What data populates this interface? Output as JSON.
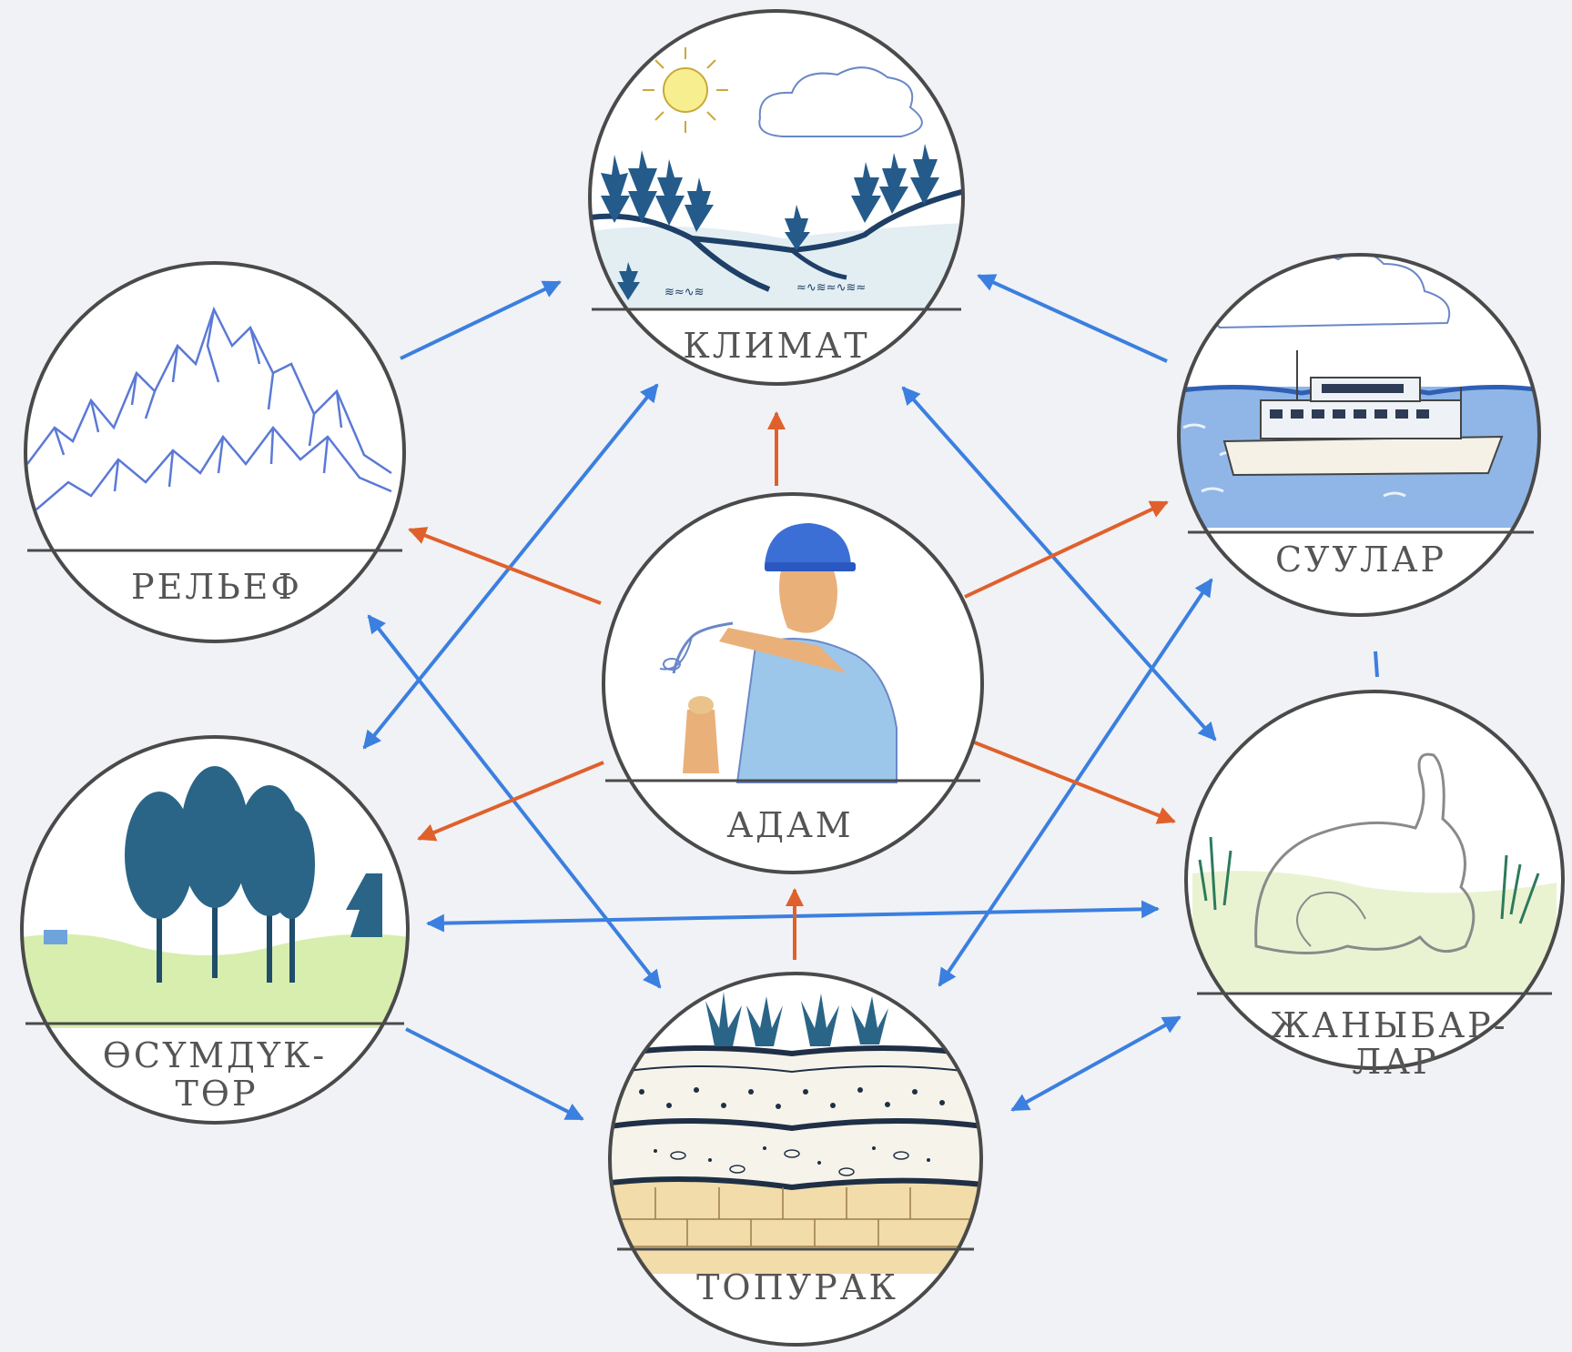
{
  "colors": {
    "background": "#f1f2f5",
    "circle_stroke": "#4a4a4a",
    "blue_arrow": "#3b7fe0",
    "red_arrow": "#e0602c",
    "label_text": "#555555"
  },
  "nodes": {
    "climate": {
      "label": "КЛИМАТ",
      "icon": "landscape-sun-cloud-trees"
    },
    "relief": {
      "label": "РЕЛЬЕФ",
      "icon": "mountains"
    },
    "waters": {
      "label": "СУУЛАР",
      "icon": "ship-on-water"
    },
    "human": {
      "label": "АДАМ",
      "icon": "person-in-helmet"
    },
    "plants": {
      "label_line1": "ӨСҮМДҮК-",
      "label_line2": "ТӨР",
      "icon": "trees"
    },
    "animals": {
      "label_line1": "ЖАНЫБАР-",
      "label_line2": "ЛАР",
      "icon": "rabbit"
    },
    "soil": {
      "label": "ТОПУРАК",
      "icon": "soil-layers"
    }
  },
  "edges": [
    {
      "from": "relief",
      "to": "climate",
      "kind": "one-way",
      "color": "blue"
    },
    {
      "from": "waters",
      "to": "climate",
      "kind": "one-way",
      "color": "blue"
    },
    {
      "from": "climate",
      "to": "plants",
      "kind": "two-way",
      "color": "blue"
    },
    {
      "from": "climate",
      "to": "animals",
      "kind": "two-way",
      "color": "blue"
    },
    {
      "from": "relief",
      "to": "soil",
      "kind": "two-way",
      "color": "blue"
    },
    {
      "from": "waters",
      "to": "soil",
      "kind": "two-way",
      "color": "blue"
    },
    {
      "from": "plants",
      "to": "animals",
      "kind": "two-way",
      "color": "blue"
    },
    {
      "from": "plants",
      "to": "soil",
      "kind": "one-way",
      "color": "blue"
    },
    {
      "from": "soil",
      "to": "animals",
      "kind": "two-way",
      "color": "blue"
    },
    {
      "from": "human",
      "to": "climate",
      "kind": "one-way",
      "color": "red"
    },
    {
      "from": "human",
      "to": "relief",
      "kind": "one-way",
      "color": "red"
    },
    {
      "from": "human",
      "to": "waters",
      "kind": "one-way",
      "color": "red"
    },
    {
      "from": "human",
      "to": "plants",
      "kind": "one-way",
      "color": "red"
    },
    {
      "from": "human",
      "to": "animals",
      "kind": "one-way",
      "color": "red"
    },
    {
      "from": "soil",
      "to": "human",
      "kind": "one-way",
      "color": "red"
    }
  ]
}
